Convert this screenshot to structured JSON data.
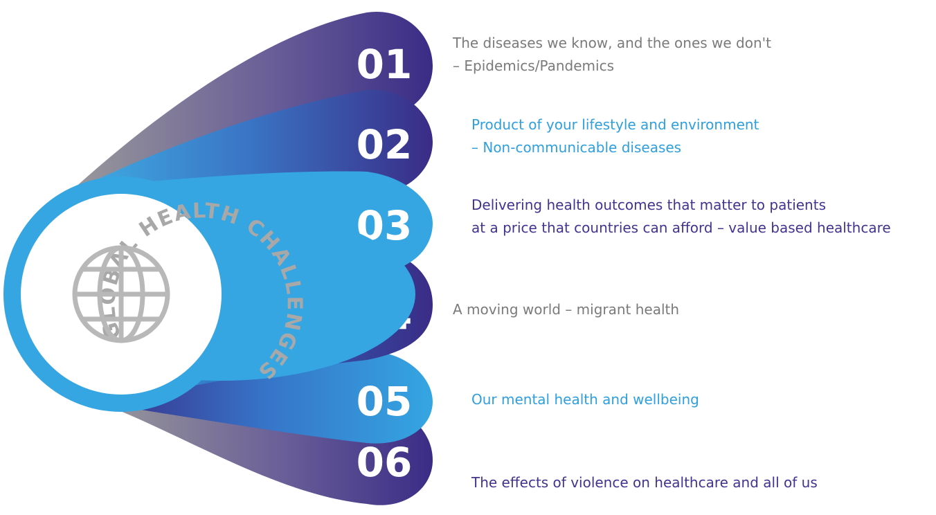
{
  "hub": {
    "ring_text": "GLOBAL HEALTH CHALLENGES",
    "icon": "globe-icon"
  },
  "colors": {
    "navy": "#3a2c86",
    "blue": "#2f9fde",
    "light_blue": "#3fb0e6",
    "gray_text": "#7a7a7a",
    "globe_gray": "#b6b6b6",
    "violet_text": "#43338f"
  },
  "items": [
    {
      "number": "01",
      "lines": [
        "The diseases we know, and the ones we don't",
        "– Epidemics/Pandemics"
      ],
      "text_color": "#7a7a7a",
      "tip_color": "#3a2c86"
    },
    {
      "number": "02",
      "lines": [
        "Product of your lifestyle and environment",
        "– Non-communicable diseases"
      ],
      "text_color": "#2f9fde",
      "tip_color": "#3a2c86"
    },
    {
      "number": "03",
      "lines": [
        "Delivering health outcomes that matter to patients",
        "at a price that countries can afford – value based healthcare"
      ],
      "text_color": "#43338f",
      "tip_color": "#35a6e2"
    },
    {
      "number": "04",
      "lines": [
        "A moving world – migrant health"
      ],
      "text_color": "#7a7a7a",
      "tip_color": "#3a2c86"
    },
    {
      "number": "05",
      "lines": [
        "Our mental health and wellbeing"
      ],
      "text_color": "#2f9fde",
      "tip_color": "#35a6e2"
    },
    {
      "number": "06",
      "lines": [
        "The effects of violence on healthcare and all of us"
      ],
      "text_color": "#43338f",
      "tip_color": "#3a2c86"
    }
  ]
}
